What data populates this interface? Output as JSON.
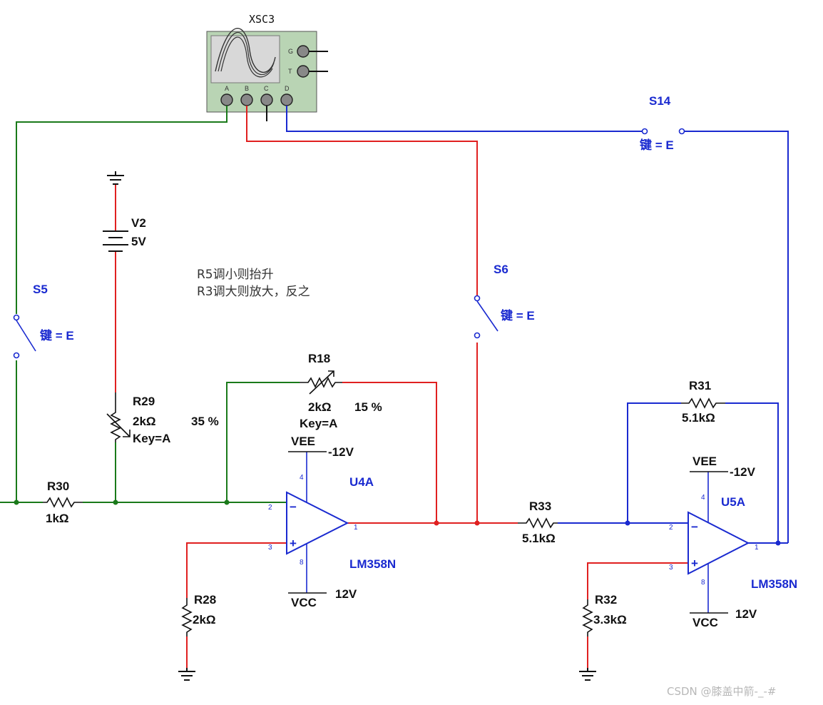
{
  "scope": {
    "ref": "XSC3",
    "ch_a": "A",
    "ch_b": "B",
    "ch_c": "C",
    "ch_d": "D",
    "g": "G",
    "t": "T"
  },
  "switches": {
    "s5": {
      "ref": "S5",
      "key": "键 = E"
    },
    "s6": {
      "ref": "S6",
      "key": "键 = E"
    },
    "s14": {
      "ref": "S14",
      "key": "键 = E"
    }
  },
  "source": {
    "ref": "V2",
    "value": "5V"
  },
  "notes": {
    "line1": "R5调小则抬升",
    "line2": "R3调大则放大，反之"
  },
  "resistors": {
    "r18": {
      "ref": "R18",
      "value": "2kΩ",
      "key": "Key=A",
      "percent": "15 %"
    },
    "r29": {
      "ref": "R29",
      "value": "2kΩ",
      "key": "Key=A",
      "percent": "35 %"
    },
    "r30": {
      "ref": "R30",
      "value": "1kΩ"
    },
    "r28": {
      "ref": "R28",
      "value": "2kΩ"
    },
    "r31": {
      "ref": "R31",
      "value": "5.1kΩ"
    },
    "r33": {
      "ref": "R33",
      "value": "5.1kΩ"
    },
    "r32": {
      "ref": "R32",
      "value": "3.3kΩ"
    }
  },
  "opamps": {
    "u4a": {
      "ref": "U4A",
      "part": "LM358N",
      "vee": "VEE",
      "vee_v": "-12V",
      "vcc": "VCC",
      "vcc_v": "12V",
      "pin4": "4",
      "pin8": "8",
      "pin2": "2",
      "pin3": "3",
      "pin1": "1",
      "minus": "−",
      "plus": "+"
    },
    "u5a": {
      "ref": "U5A",
      "part": "LM358N",
      "vee": "VEE",
      "vee_v": "-12V",
      "vcc": "VCC",
      "vcc_v": "12V",
      "pin4": "4",
      "pin8": "8",
      "pin2": "2",
      "pin3": "3",
      "pin1": "1",
      "minus": "−",
      "plus": "+"
    }
  },
  "watermark": "CSDN @膝盖中箭-_-#",
  "colors": {
    "green_wire": "#1a7a1a",
    "red_wire": "#e02020",
    "blue_wire": "#1a2ad0",
    "component": "#111111",
    "scope_body": "#b9d4b4"
  }
}
